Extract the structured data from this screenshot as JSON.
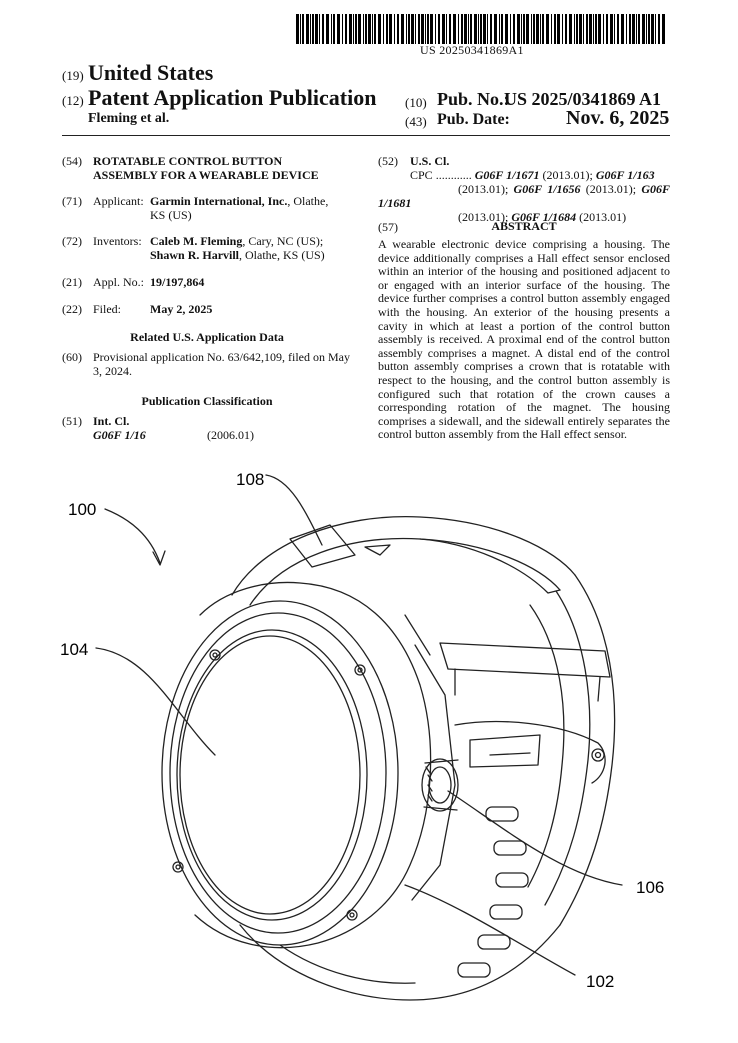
{
  "header": {
    "barcode_number": "US 20250341869A1",
    "code_19": "(19)",
    "country": "United States",
    "code_12": "(12)",
    "publication_type": "Patent Application Publication",
    "code_10": "(10)",
    "pub_no_label": "Pub. No.:",
    "pub_no": "US 2025/0341869 A1",
    "authors": "Fleming et al.",
    "code_43": "(43)",
    "pub_date_label": "Pub. Date:",
    "pub_date": "Nov. 6, 2025"
  },
  "left": {
    "title_code": "(54)",
    "title_line1": "ROTATABLE CONTROL BUTTON",
    "title_line2": "ASSEMBLY FOR A WEARABLE DEVICE",
    "applicant_code": "(71)",
    "applicant_label": "Applicant:",
    "applicant_name": "Garmin International, Inc.",
    "applicant_loc1": ", Olathe,",
    "applicant_loc2": "KS (US)",
    "inventors_code": "(72)",
    "inventors_label": "Inventors:",
    "inventor1_name": "Caleb M. Fleming",
    "inventor1_loc": ", Cary, NC (US);",
    "inventor2_name": "Shawn R. Harvill",
    "inventor2_loc": ", Olathe, KS (US)",
    "appl_code": "(21)",
    "appl_label": "Appl. No.:",
    "appl_no": "19/197,864",
    "filed_code": "(22)",
    "filed_label": "Filed:",
    "filed_date": "May 2, 2025",
    "related_heading": "Related U.S. Application Data",
    "prov_code": "(60)",
    "prov_line1": "Provisional application No. 63/642,109, filed on May",
    "prov_line2": "3, 2024.",
    "pubclass_heading": "Publication Classification",
    "intcl_code": "(51)",
    "intcl_label": "Int. Cl.",
    "intcl_class": "G06F 1/16",
    "intcl_year": "(2006.01)"
  },
  "right": {
    "uscl_code": "(52)",
    "uscl_label": "U.S. Cl.",
    "cpc_label": "CPC",
    "cpc_dots": "............",
    "cpc_items": [
      {
        "cls": "G06F 1/1671",
        "yr": "(2013.01);"
      },
      {
        "cls": "G06F 1/163",
        "yr": "(2013.01);"
      },
      {
        "cls": "G06F 1/1656",
        "yr": "(2013.01);"
      },
      {
        "cls": "G06F 1/1681",
        "yr": "(2013.01);"
      },
      {
        "cls": "G06F 1/1684",
        "yr": "(2013.01)"
      }
    ],
    "abstract_code": "(57)",
    "abstract_heading": "ABSTRACT",
    "abstract_text": "A wearable electronic device comprising a housing. The device additionally comprises a Hall effect sensor enclosed within an interior of the housing and positioned adjacent to or engaged with an interior surface of the housing. The device further comprises a control button assembly engaged with the housing. An exterior of the housing presents a cavity in which at least a portion of the control button assembly is received. A proximal end of the control button assembly comprises a magnet. A distal end of the control button assembly comprises a crown that is rotatable with respect to the housing, and the control button assembly is configured such that rotation of the crown causes a corresponding rotation of the magnet. The housing comprises a sidewall, and the sidewall entirely separates the control button assembly from the Hall effect sensor."
  },
  "figure": {
    "ref_100": "100",
    "ref_102": "102",
    "ref_104": "104",
    "ref_106": "106",
    "ref_108": "108"
  }
}
